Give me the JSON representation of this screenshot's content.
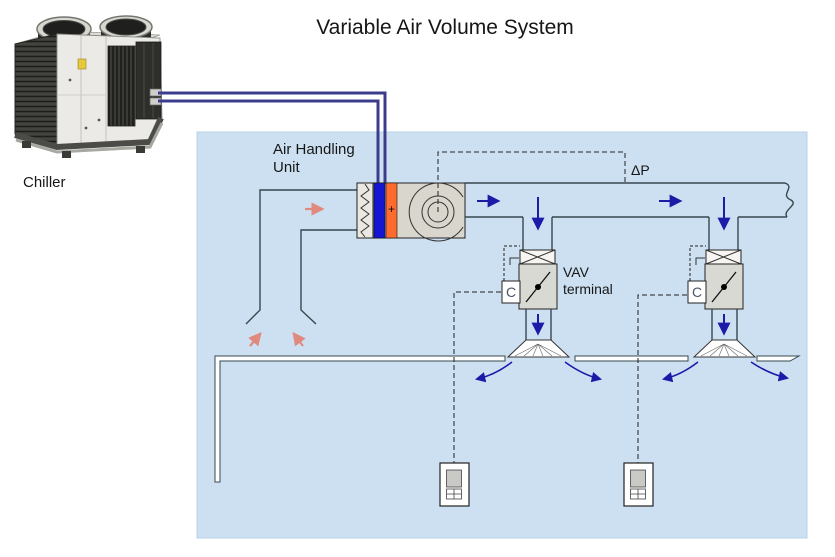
{
  "diagram": {
    "title": "Variable Air Volume System",
    "chiller_label": "Chiller",
    "ahu_label": "Air Handling Unit",
    "vav_label": "VAV terminal",
    "pressure_label": "ΔP",
    "controller_label": "C",
    "heating_coil_label": "+"
  },
  "colors": {
    "room_fill": "#cde0f2",
    "room_edge": "#b9d2e8",
    "pipe": "#3c3c8c",
    "cooling_coil": "#1616d2",
    "heating_coil": "#ff6a2e",
    "arrow_blue": "#1b1ba8",
    "return_air": "#e0897e",
    "line": "#37474f"
  }
}
